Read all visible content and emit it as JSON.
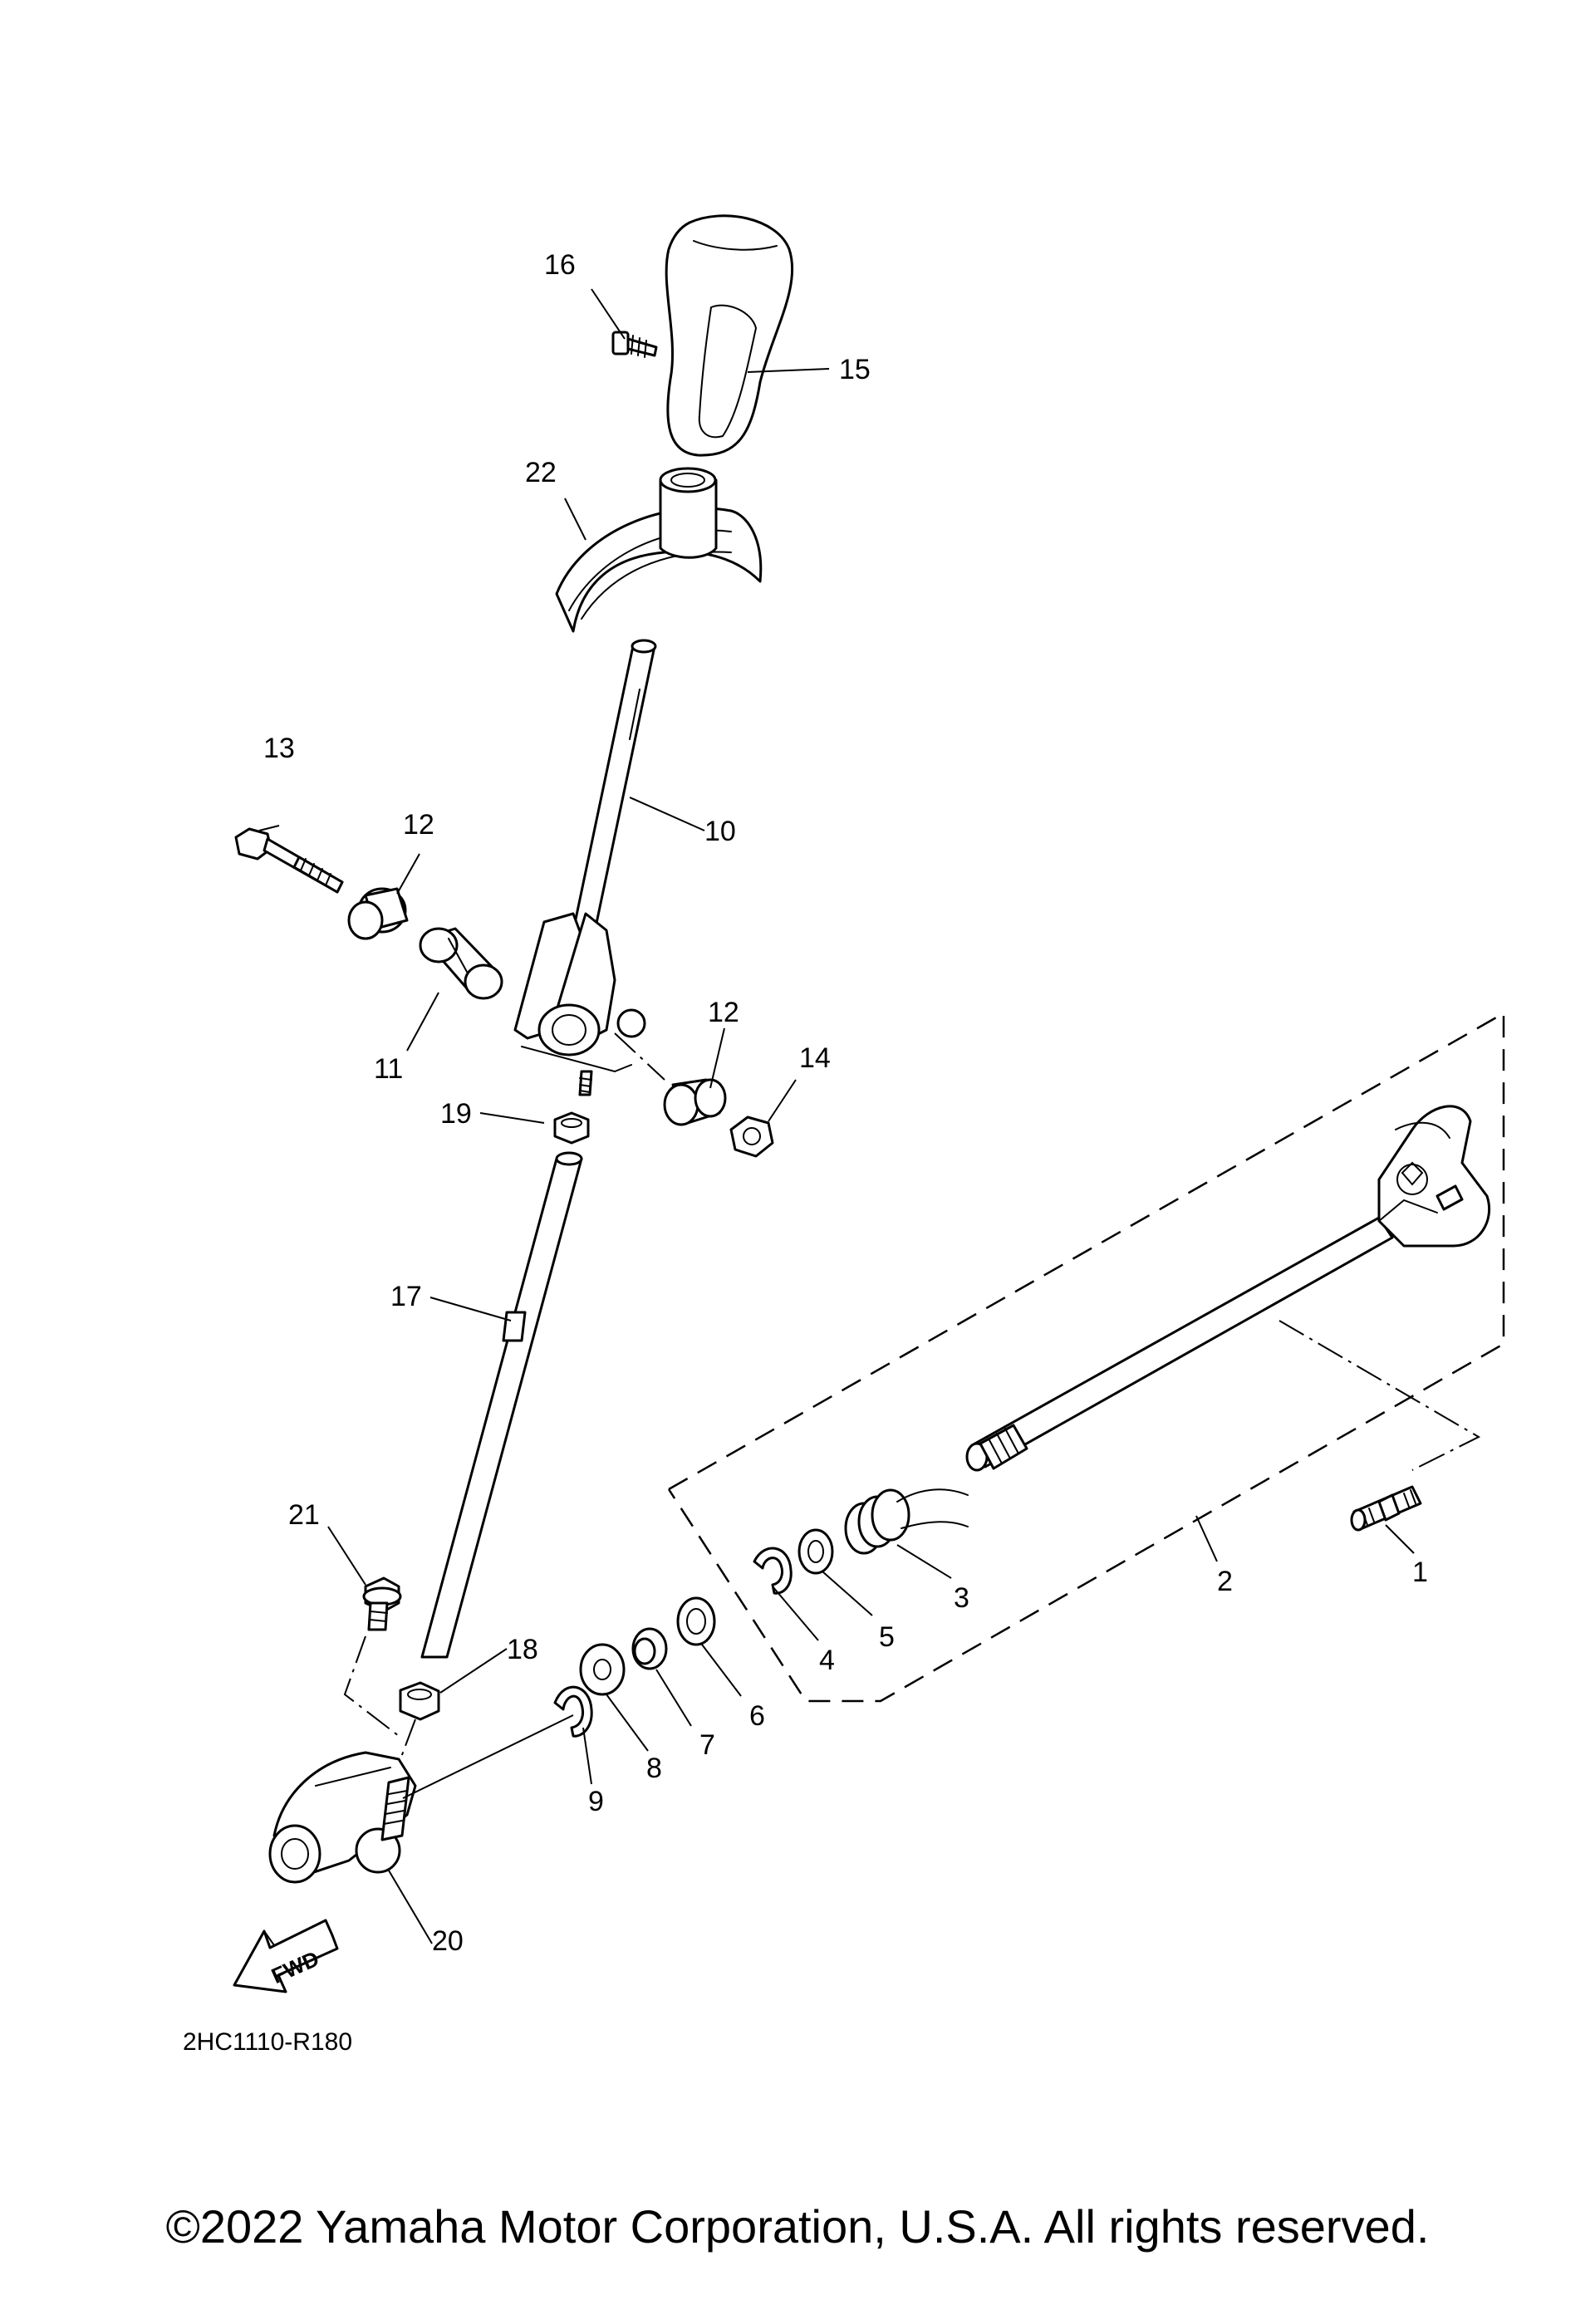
{
  "diagram": {
    "diagram_code": "2HC1110-R180",
    "fwd_label": "FWD",
    "callouts": {
      "c1": "1",
      "c2": "2",
      "c3": "3",
      "c4": "4",
      "c5": "5",
      "c6": "6",
      "c7": "7",
      "c8": "8",
      "c9": "9",
      "c10": "10",
      "c11": "11",
      "c12a": "12",
      "c12b": "12",
      "c13": "13",
      "c14": "14",
      "c15": "15",
      "c16": "16",
      "c17": "17",
      "c18": "18",
      "c19": "19",
      "c20": "20",
      "c21": "21",
      "c22": "22"
    }
  },
  "footer": {
    "copyright": "©2022 Yamaha Motor Corporation, U.S.A. All rights reserved."
  }
}
